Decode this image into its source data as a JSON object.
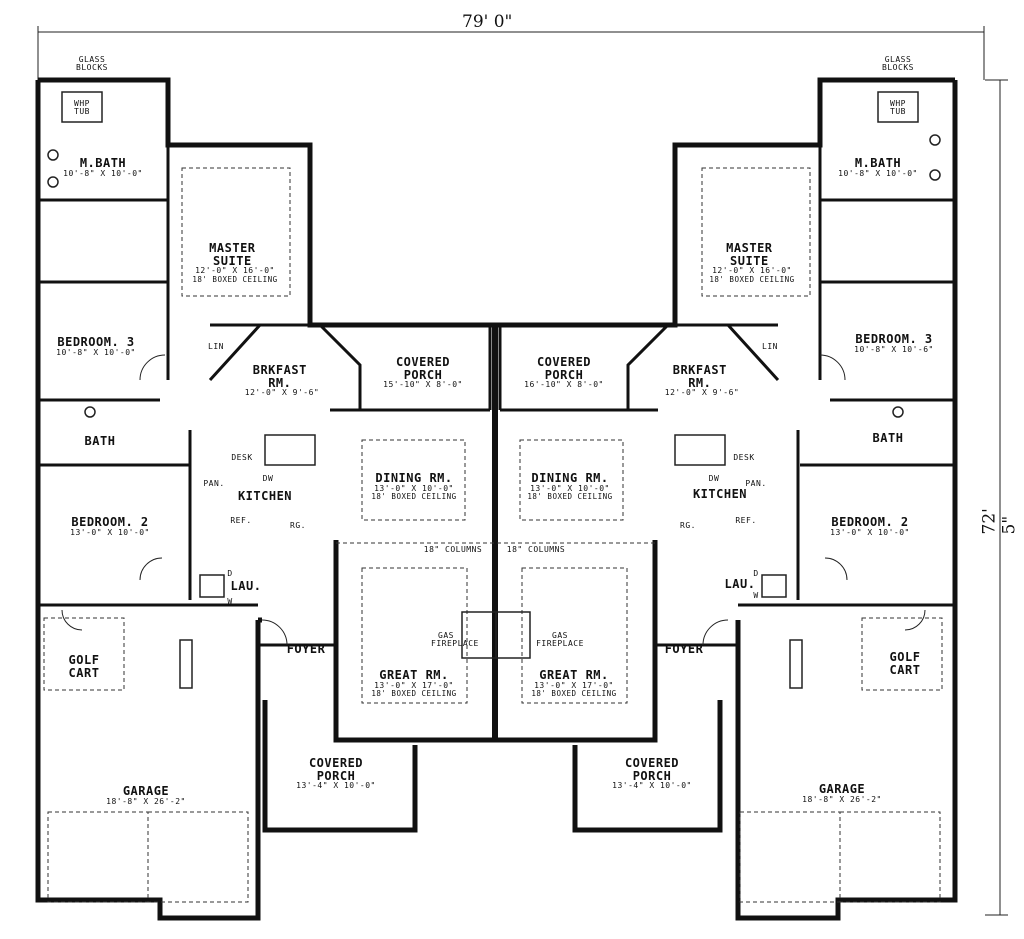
{
  "units": {
    "left": {
      "rooms": [
        {
          "name": "M.BATH",
          "dim": "10'-8\" X 10'-0\""
        },
        {
          "name": "MASTER SUITE",
          "dim": "12'-0\" X 16'-0\"",
          "note": "18' BOXED CEILING"
        },
        {
          "name": "BEDROOM. 3",
          "dim": "10'-8\" X 10'-0\""
        },
        {
          "name": "BRKFAST RM.",
          "dim": "12'-0\" X 9'-6\""
        },
        {
          "name": "COVERED PORCH",
          "dim": "15'-10\" X 8'-0\""
        },
        {
          "name": "BATH"
        },
        {
          "name": "DINING RM.",
          "dim": "13'-0\" X 10'-0\"",
          "note": "18' BOXED CEILING"
        },
        {
          "name": "KITCHEN"
        },
        {
          "name": "BEDROOM. 2",
          "dim": "13'-0\" X 10'-0\""
        },
        {
          "name": "LAU."
        },
        {
          "name": "FOYER"
        },
        {
          "name": "GREAT RM.",
          "dim": "13'-0\" X 17'-0\"",
          "note": "18' BOXED CEILING"
        },
        {
          "name": "GOLF CART"
        },
        {
          "name": "COVERED PORCH",
          "dim": "13'-4\" X 10'-0\""
        },
        {
          "name": "GARAGE",
          "dim": "18'-8\" X 26'-2\""
        }
      ],
      "columns": "18\" COLUMNS"
    },
    "right": {
      "rooms": [
        {
          "name": "M.BATH",
          "dim": "10'-8\" X 10'-0\""
        },
        {
          "name": "MASTER SUITE",
          "dim": "12'-0\" X 16'-0\"",
          "note": "18' BOXED CEILING"
        },
        {
          "name": "BEDROOM. 3",
          "dim": "10'-8\" X 10'-6\""
        },
        {
          "name": "BRKFAST RM.",
          "dim": "12'-0\" X 9'-6\""
        },
        {
          "name": "COVERED PORCH",
          "dim": "16'-10\" X 8'-0\""
        },
        {
          "name": "BATH"
        },
        {
          "name": "DINING RM.",
          "dim": "13'-0\" X 10'-0\"",
          "note": "18' BOXED CEILING"
        },
        {
          "name": "KITCHEN"
        },
        {
          "name": "BEDROOM. 2",
          "dim": "13'-0\" X 10'-0\""
        },
        {
          "name": "LAU."
        },
        {
          "name": "FOYER"
        },
        {
          "name": "GREAT RM.",
          "dim": "13'-0\" X 17'-0\"",
          "note": "18' BOXED CEILING"
        },
        {
          "name": "GOLF CART"
        },
        {
          "name": "COVERED PORCH",
          "dim": "13'-4\" X 10'-0\""
        },
        {
          "name": "GARAGE",
          "dim": "18'-8\" X 26'-2\""
        }
      ],
      "columns": "18\" COLUMNS"
    }
  },
  "labels": {
    "width": "79' 0\"",
    "depth": "72' 5\"",
    "glass_blocks": "GLASS BLOCKS",
    "whp_tub": "WHP TUB",
    "lin": "LIN",
    "desk": "DESK",
    "dw": "DW",
    "pan": "PAN.",
    "ref": "REF.",
    "rg": "RG.",
    "d": "D",
    "w": "W",
    "gas_fireplace": "GAS FIREPLACE"
  }
}
